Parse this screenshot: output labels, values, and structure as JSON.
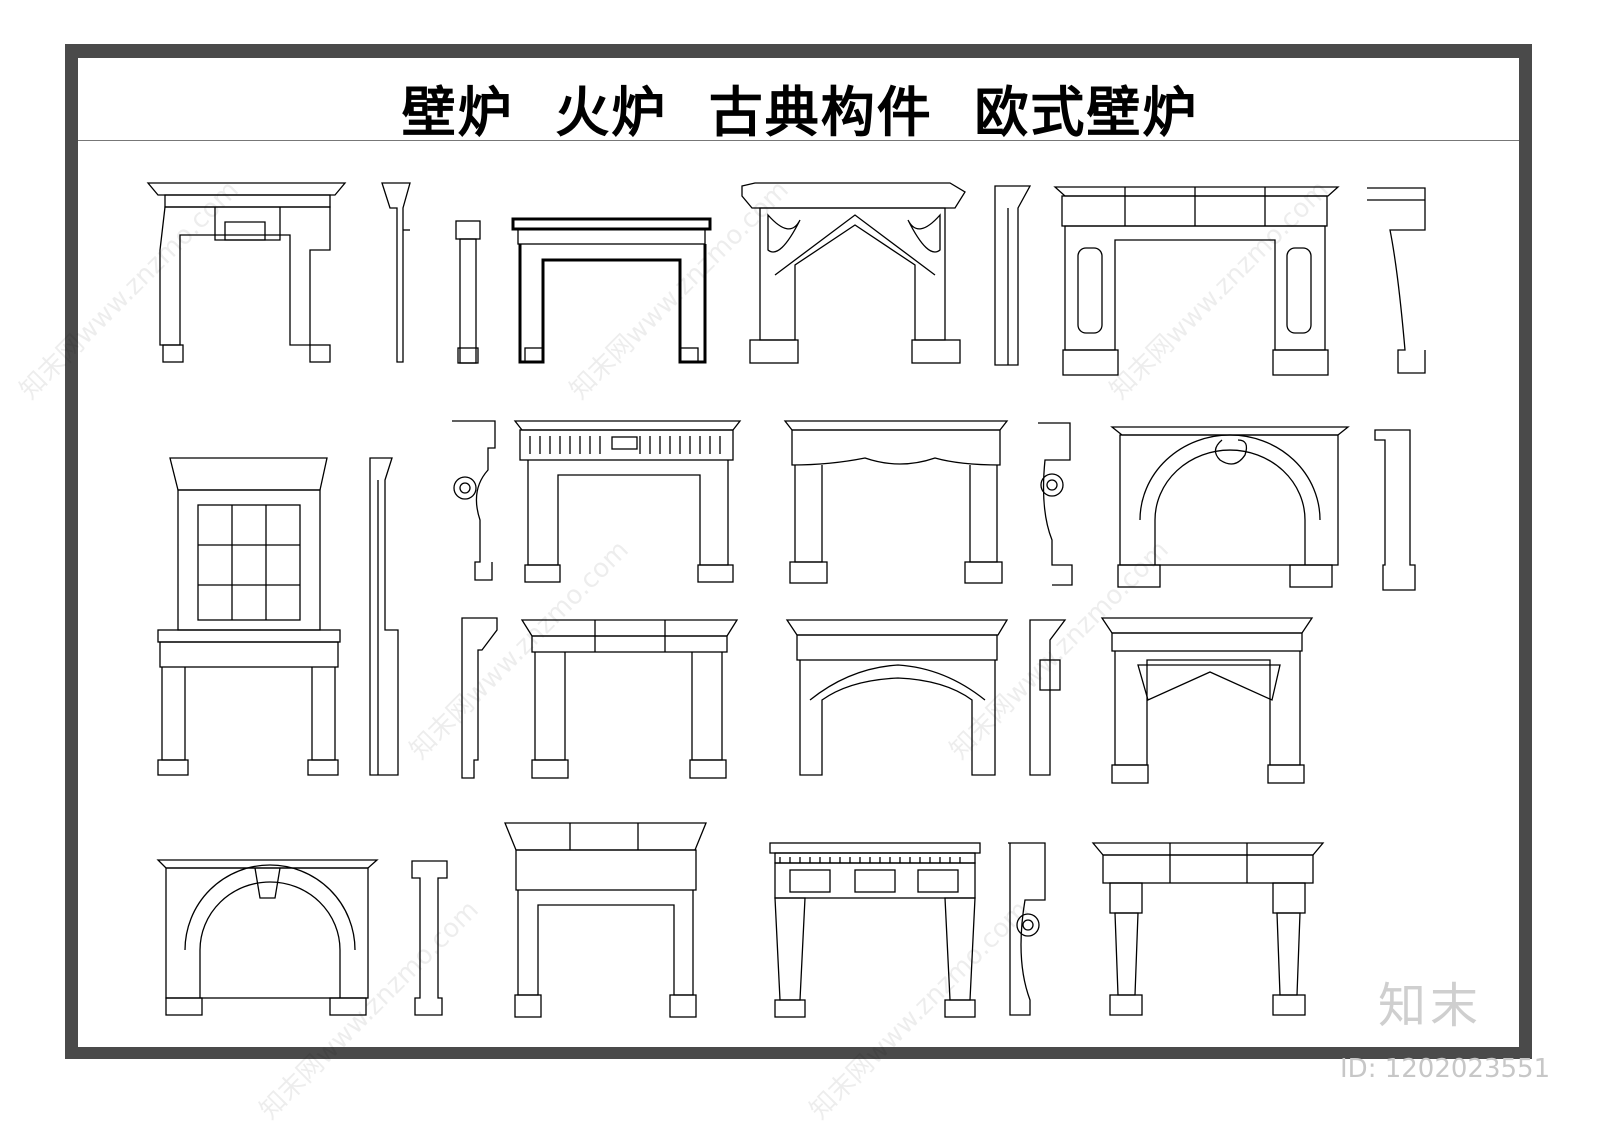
{
  "sheet": {
    "title": "壁炉  火炉  古典构件  欧式壁炉",
    "logo": "知末",
    "id_label": "ID: 1202023551",
    "watermark": "知末网www.znzmo.com"
  }
}
